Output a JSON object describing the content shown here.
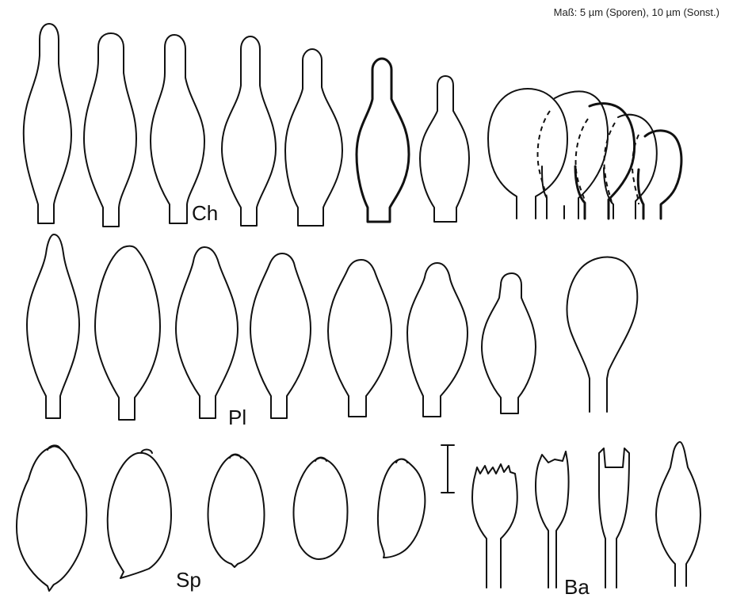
{
  "scale_note": "Maß: 5 µm (Sporen), 10 µm (Sonst.)",
  "labels": {
    "cheilocystidia": "Ch",
    "pleurocystidia": "Pl",
    "spores": "Sp",
    "basidia": "Ba"
  },
  "stroke_color": "#111111",
  "background": "#ffffff"
}
